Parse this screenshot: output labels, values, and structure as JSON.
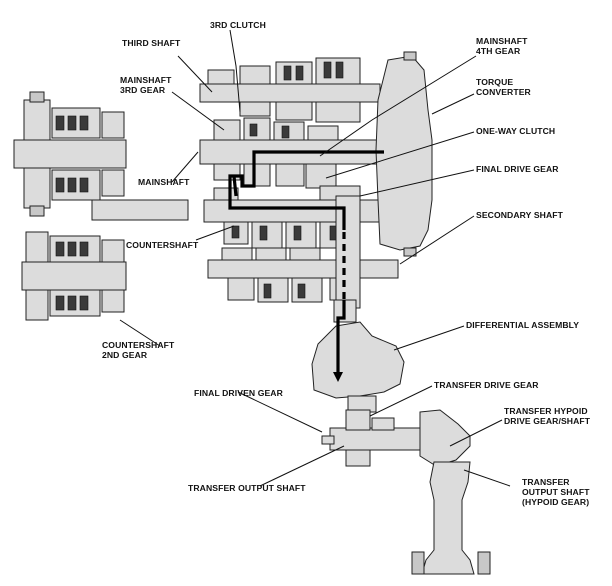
{
  "labels": {
    "third_shaft": "THIRD SHAFT",
    "third_clutch": "3RD CLUTCH",
    "mainshaft_3rd_gear_1": "MAINSHAFT",
    "mainshaft_3rd_gear_2": "3RD GEAR",
    "mainshaft": "MAINSHAFT",
    "countershaft": "COUNTERSHAFT",
    "countershaft_2nd_gear_1": "COUNTERSHAFT",
    "countershaft_2nd_gear_2": "2ND GEAR",
    "mainshaft_4th_gear_1": "MAINSHAFT",
    "mainshaft_4th_gear_2": "4TH GEAR",
    "torque_converter_1": "TORQUE",
    "torque_converter_2": "CONVERTER",
    "one_way_clutch": "ONE-WAY CLUTCH",
    "final_drive_gear": "FINAL DRIVE GEAR",
    "secondary_shaft": "SECONDARY SHAFT",
    "differential_assembly": "DIFFERENTIAL ASSEMBLY",
    "transfer_drive_gear": "TRANSFER DRIVE GEAR",
    "final_driven_gear": "FINAL DRIVEN GEAR",
    "transfer_hypoid_1": "TRANSFER HYPOID",
    "transfer_hypoid_2": "DRIVE GEAR/SHAFT",
    "transfer_output_shaft": "TRANSFER OUTPUT SHAFT",
    "transfer_output_hypoid_1": "TRANSFER",
    "transfer_output_hypoid_2": "OUTPUT SHAFT",
    "transfer_output_hypoid_3": "(HYPOID GEAR)"
  },
  "colors": {
    "part_fill": "#dcdcdc",
    "line": "#111111",
    "power_flow": "#000000"
  }
}
